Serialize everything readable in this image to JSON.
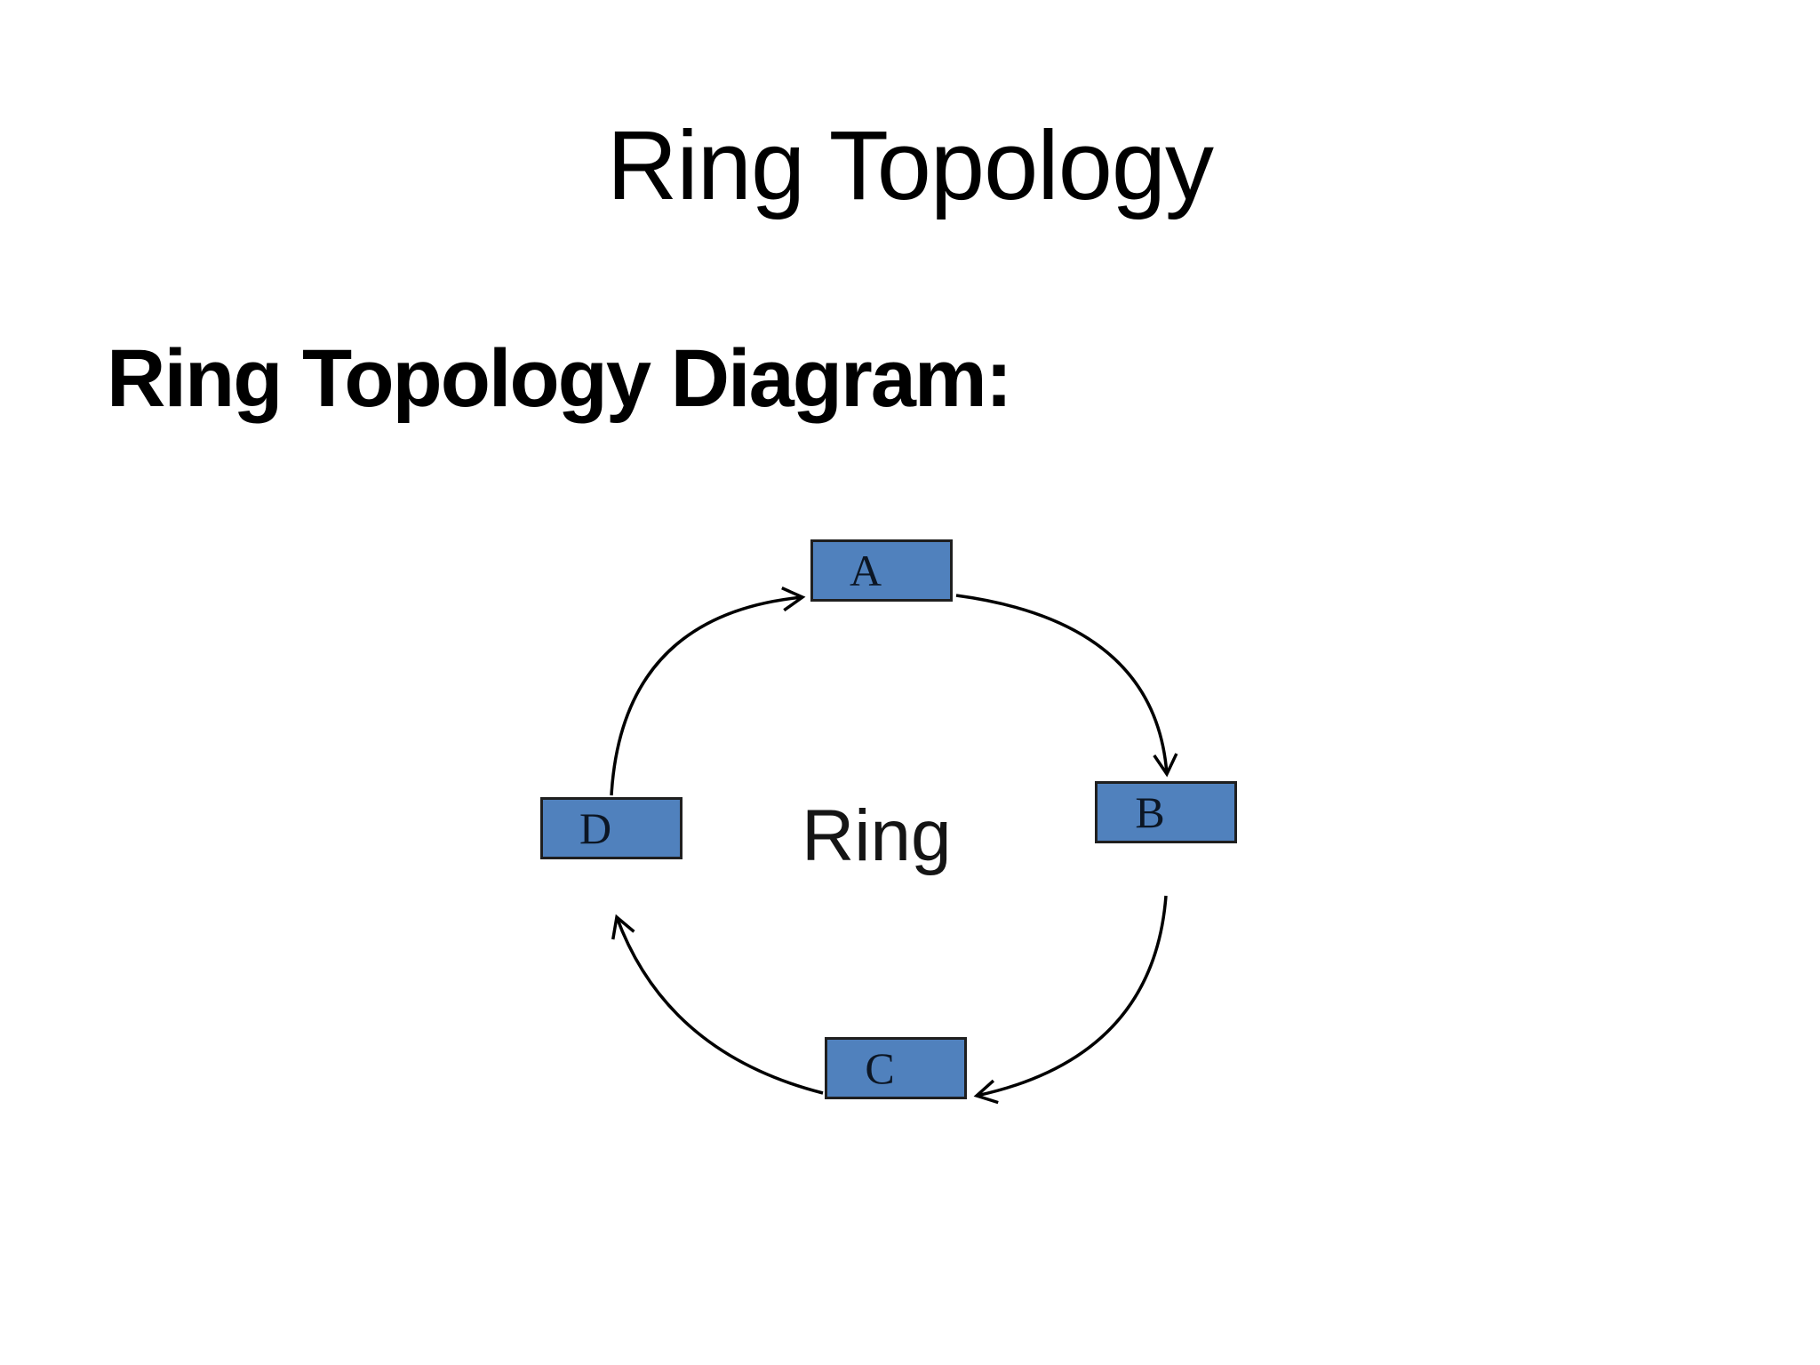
{
  "slide": {
    "title": "Ring Topology",
    "heading": "Ring Topology Diagram:",
    "center_label": "Ring"
  },
  "diagram": {
    "type": "ring-topology",
    "nodes": [
      {
        "id": "A",
        "label": "A",
        "position": "top"
      },
      {
        "id": "B",
        "label": "B",
        "position": "right"
      },
      {
        "id": "C",
        "label": "C",
        "position": "bottom"
      },
      {
        "id": "D",
        "label": "D",
        "position": "left"
      }
    ],
    "connections": [
      {
        "from": "D",
        "to": "A"
      },
      {
        "from": "A",
        "to": "B"
      },
      {
        "from": "B",
        "to": "C"
      },
      {
        "from": "C",
        "to": "D"
      }
    ],
    "colors": {
      "node_fill": "#5081BD",
      "node_border": "#1f1f1f",
      "arrow": "#000000"
    }
  }
}
